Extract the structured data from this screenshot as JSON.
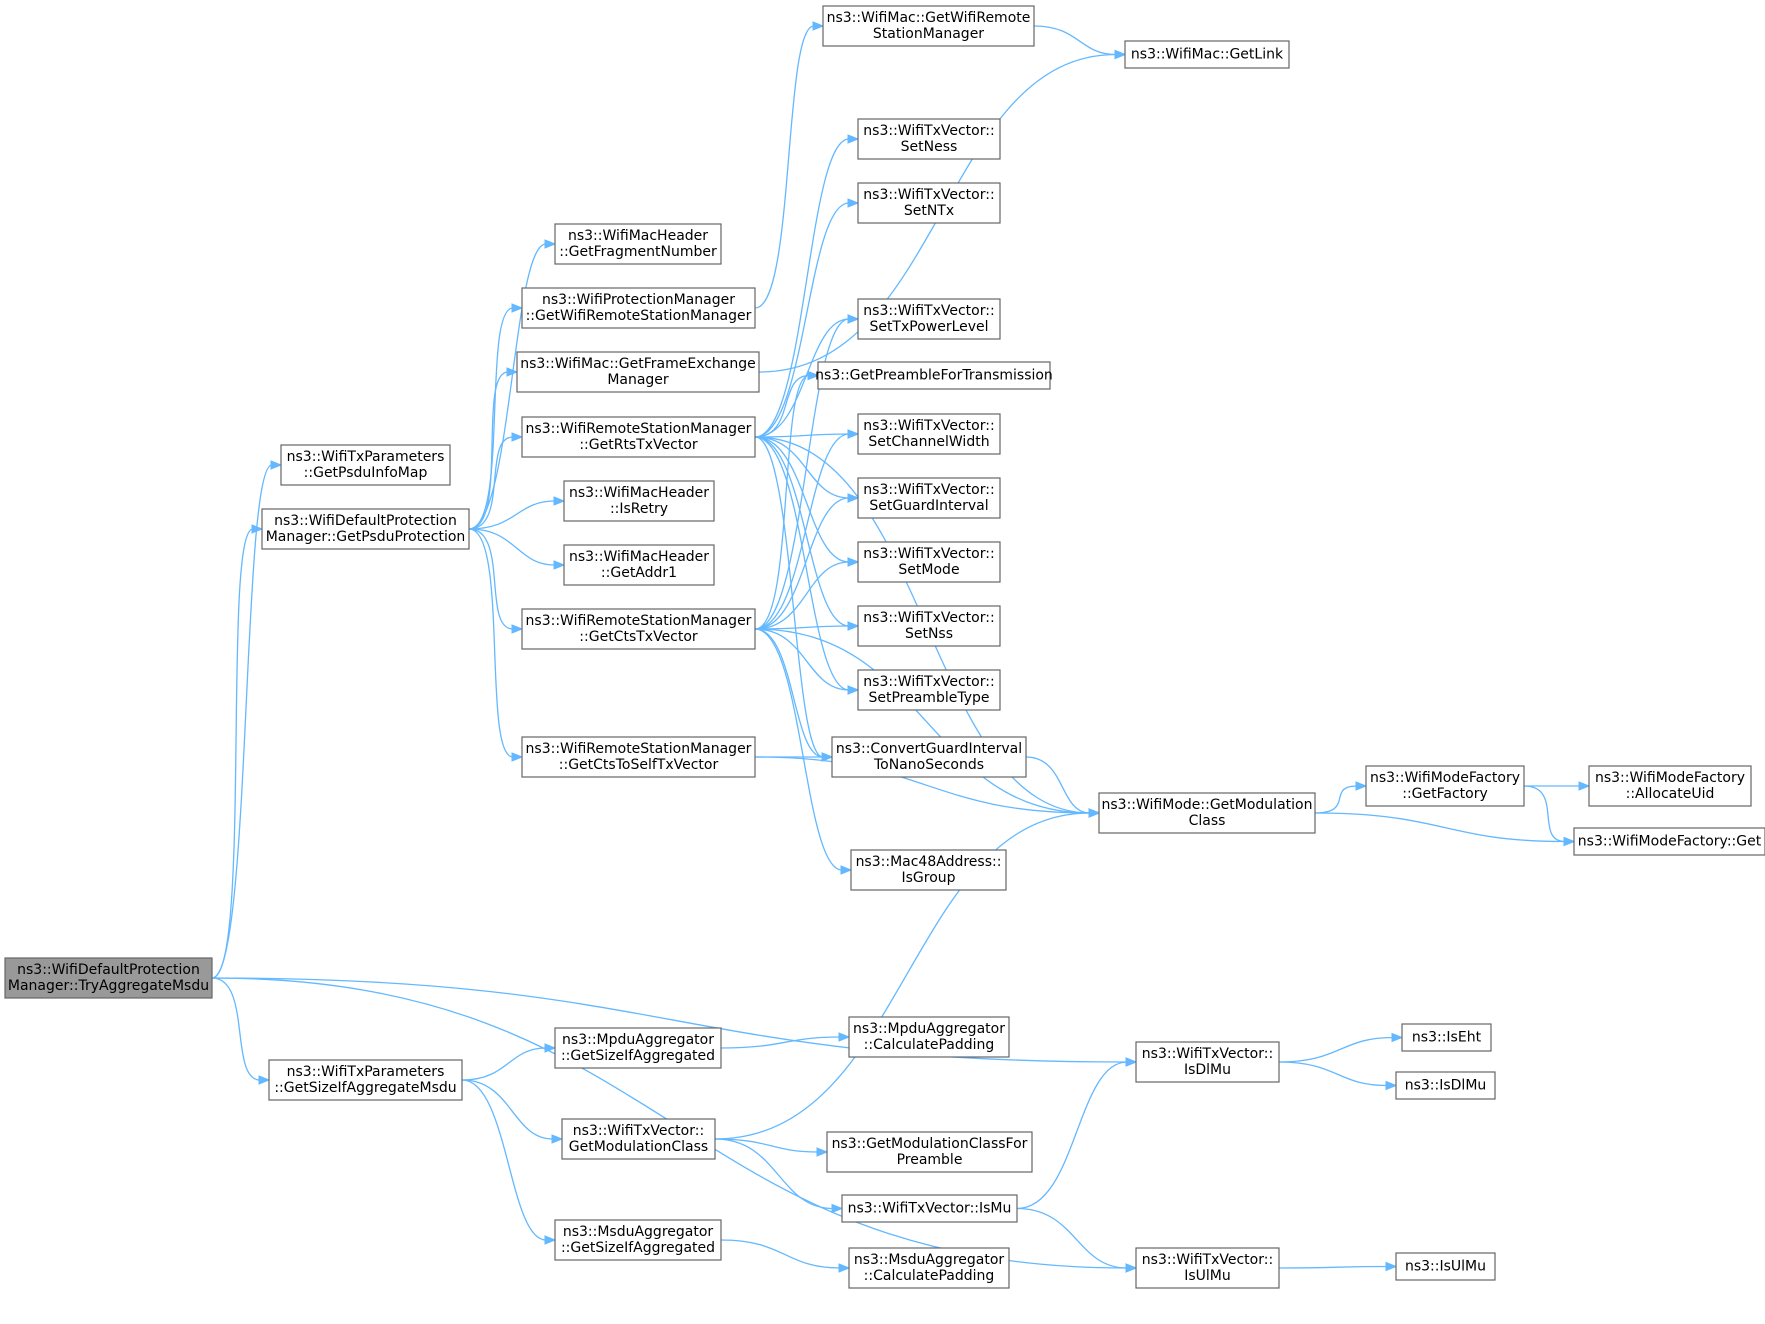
{
  "graph": {
    "nodes": [
      {
        "id": "root",
        "lines": [
          "ns3::WifiDefaultProtection",
          "Manager::TryAggregateMsdu"
        ],
        "highlight": true
      },
      {
        "id": "txp_psduinfomap",
        "lines": [
          "ns3::WifiTxParameters",
          "::GetPsduInfoMap"
        ]
      },
      {
        "id": "getpsduprotection",
        "lines": [
          "ns3::WifiDefaultProtection",
          "Manager::GetPsduProtection"
        ]
      },
      {
        "id": "txp_sizeifaggmsdu",
        "lines": [
          "ns3::WifiTxParameters",
          "::GetSizeIfAggregateMsdu"
        ]
      },
      {
        "id": "hdr_fragnum",
        "lines": [
          "ns3::WifiMacHeader",
          "::GetFragmentNumber"
        ]
      },
      {
        "id": "pm_getwrsm",
        "lines": [
          "ns3::WifiProtectionManager",
          "::GetWifiRemoteStationManager"
        ]
      },
      {
        "id": "mac_getfem",
        "lines": [
          "ns3::WifiMac::GetFrameExchange",
          "Manager"
        ]
      },
      {
        "id": "rsm_getrts",
        "lines": [
          "ns3::WifiRemoteStationManager",
          "::GetRtsTxVector"
        ]
      },
      {
        "id": "hdr_isretry",
        "lines": [
          "ns3::WifiMacHeader",
          "::IsRetry"
        ]
      },
      {
        "id": "hdr_getaddr1",
        "lines": [
          "ns3::WifiMacHeader",
          "::GetAddr1"
        ]
      },
      {
        "id": "rsm_getcts",
        "lines": [
          "ns3::WifiRemoteStationManager",
          "::GetCtsTxVector"
        ]
      },
      {
        "id": "rsm_getctstoself",
        "lines": [
          "ns3::WifiRemoteStationManager",
          "::GetCtsToSelfTxVector"
        ]
      },
      {
        "id": "mac_getwrsm",
        "lines": [
          "ns3::WifiMac::GetWifiRemote",
          "StationManager"
        ]
      },
      {
        "id": "mac_getlink",
        "lines": [
          "ns3::WifiMac::GetLink"
        ]
      },
      {
        "id": "tv_setness",
        "lines": [
          "ns3::WifiTxVector::",
          "SetNess"
        ]
      },
      {
        "id": "tv_setntx",
        "lines": [
          "ns3::WifiTxVector::",
          "SetNTx"
        ]
      },
      {
        "id": "tv_settxpower",
        "lines": [
          "ns3::WifiTxVector::",
          "SetTxPowerLevel"
        ]
      },
      {
        "id": "getpreamble",
        "lines": [
          "ns3::GetPreambleForTransmission"
        ]
      },
      {
        "id": "tv_setchwidth",
        "lines": [
          "ns3::WifiTxVector::",
          "SetChannelWidth"
        ]
      },
      {
        "id": "tv_setgi",
        "lines": [
          "ns3::WifiTxVector::",
          "SetGuardInterval"
        ]
      },
      {
        "id": "tv_setmode",
        "lines": [
          "ns3::WifiTxVector::",
          "SetMode"
        ]
      },
      {
        "id": "tv_setnss",
        "lines": [
          "ns3::WifiTxVector::",
          "SetNss"
        ]
      },
      {
        "id": "tv_setpreamble",
        "lines": [
          "ns3::WifiTxVector::",
          "SetPreambleType"
        ]
      },
      {
        "id": "convgi",
        "lines": [
          "ns3::ConvertGuardInterval",
          "ToNanoSeconds"
        ]
      },
      {
        "id": "mac48_isgroup",
        "lines": [
          "ns3::Mac48Address::",
          "IsGroup"
        ]
      },
      {
        "id": "mode_getmodclass",
        "lines": [
          "ns3::WifiMode::GetModulation",
          "Class"
        ]
      },
      {
        "id": "mf_getfactory",
        "lines": [
          "ns3::WifiModeFactory",
          "::GetFactory"
        ]
      },
      {
        "id": "mf_allocuid",
        "lines": [
          "ns3::WifiModeFactory",
          "::AllocateUid"
        ]
      },
      {
        "id": "mf_get",
        "lines": [
          "ns3::WifiModeFactory::Get"
        ]
      },
      {
        "id": "mpdu_sizeifagg",
        "lines": [
          "ns3::MpduAggregator",
          "::GetSizeIfAggregated"
        ]
      },
      {
        "id": "mpdu_calcpad",
        "lines": [
          "ns3::MpduAggregator",
          "::CalculatePadding"
        ]
      },
      {
        "id": "tv_getmodclass",
        "lines": [
          "ns3::WifiTxVector::",
          "GetModulationClass"
        ]
      },
      {
        "id": "getmodclassforpre",
        "lines": [
          "ns3::GetModulationClassFor",
          "Preamble"
        ]
      },
      {
        "id": "tv_ismu",
        "lines": [
          "ns3::WifiTxVector::IsMu"
        ]
      },
      {
        "id": "msdu_sizeifagg",
        "lines": [
          "ns3::MsduAggregator",
          "::GetSizeIfAggregated"
        ]
      },
      {
        "id": "msdu_calcpad",
        "lines": [
          "ns3::MsduAggregator",
          "::CalculatePadding"
        ]
      },
      {
        "id": "tv_isdlmu",
        "lines": [
          "ns3::WifiTxVector::",
          "IsDlMu"
        ]
      },
      {
        "id": "iseht",
        "lines": [
          "ns3::IsEht"
        ]
      },
      {
        "id": "isdlmu",
        "lines": [
          "ns3::IsDlMu"
        ]
      },
      {
        "id": "tv_isulmu",
        "lines": [
          "ns3::WifiTxVector::",
          "IsUlMu"
        ]
      },
      {
        "id": "isulmu",
        "lines": [
          "ns3::IsUlMu"
        ]
      }
    ],
    "edges": [
      [
        "root",
        "txp_psduinfomap"
      ],
      [
        "root",
        "getpsduprotection"
      ],
      [
        "root",
        "txp_sizeifaggmsdu"
      ],
      [
        "root",
        "tv_isdlmu"
      ],
      [
        "root",
        "tv_isulmu"
      ],
      [
        "getpsduprotection",
        "hdr_fragnum"
      ],
      [
        "getpsduprotection",
        "pm_getwrsm"
      ],
      [
        "getpsduprotection",
        "mac_getfem"
      ],
      [
        "getpsduprotection",
        "rsm_getrts"
      ],
      [
        "getpsduprotection",
        "hdr_isretry"
      ],
      [
        "getpsduprotection",
        "hdr_getaddr1"
      ],
      [
        "getpsduprotection",
        "rsm_getcts"
      ],
      [
        "getpsduprotection",
        "rsm_getctstoself"
      ],
      [
        "pm_getwrsm",
        "mac_getwrsm"
      ],
      [
        "mac_getwrsm",
        "mac_getlink"
      ],
      [
        "mac_getfem",
        "mac_getlink"
      ],
      [
        "rsm_getrts",
        "tv_setness"
      ],
      [
        "rsm_getrts",
        "tv_setntx"
      ],
      [
        "rsm_getrts",
        "mode_getmodclass"
      ],
      [
        "rsm_getrts",
        "tv_settxpower"
      ],
      [
        "rsm_getrts",
        "getpreamble"
      ],
      [
        "rsm_getrts",
        "tv_setchwidth"
      ],
      [
        "rsm_getrts",
        "tv_setgi"
      ],
      [
        "rsm_getrts",
        "tv_setmode"
      ],
      [
        "rsm_getrts",
        "tv_setnss"
      ],
      [
        "rsm_getrts",
        "tv_setpreamble"
      ],
      [
        "rsm_getrts",
        "convgi"
      ],
      [
        "rsm_getcts",
        "tv_settxpower"
      ],
      [
        "rsm_getcts",
        "getpreamble"
      ],
      [
        "rsm_getcts",
        "tv_setchwidth"
      ],
      [
        "rsm_getcts",
        "tv_setgi"
      ],
      [
        "rsm_getcts",
        "tv_setmode"
      ],
      [
        "rsm_getcts",
        "tv_setnss"
      ],
      [
        "rsm_getcts",
        "tv_setpreamble"
      ],
      [
        "rsm_getcts",
        "convgi"
      ],
      [
        "rsm_getcts",
        "mac48_isgroup"
      ],
      [
        "rsm_getcts",
        "mode_getmodclass"
      ],
      [
        "rsm_getctstoself",
        "convgi"
      ],
      [
        "rsm_getctstoself",
        "mode_getmodclass"
      ],
      [
        "convgi",
        "mode_getmodclass"
      ],
      [
        "mode_getmodclass",
        "mf_getfactory"
      ],
      [
        "mode_getmodclass",
        "mf_get"
      ],
      [
        "mf_getfactory",
        "mf_allocuid"
      ],
      [
        "mf_getfactory",
        "mf_get"
      ],
      [
        "txp_sizeifaggmsdu",
        "mpdu_sizeifagg"
      ],
      [
        "txp_sizeifaggmsdu",
        "tv_getmodclass"
      ],
      [
        "txp_sizeifaggmsdu",
        "msdu_sizeifagg"
      ],
      [
        "mpdu_sizeifagg",
        "mpdu_calcpad"
      ],
      [
        "tv_getmodclass",
        "mode_getmodclass"
      ],
      [
        "tv_getmodclass",
        "getmodclassforpre"
      ],
      [
        "tv_getmodclass",
        "tv_ismu"
      ],
      [
        "tv_ismu",
        "tv_isdlmu"
      ],
      [
        "tv_ismu",
        "tv_isulmu"
      ],
      [
        "msdu_sizeifagg",
        "msdu_calcpad"
      ],
      [
        "tv_isdlmu",
        "iseht"
      ],
      [
        "tv_isdlmu",
        "isdlmu"
      ],
      [
        "tv_isulmu",
        "isulmu"
      ]
    ]
  }
}
